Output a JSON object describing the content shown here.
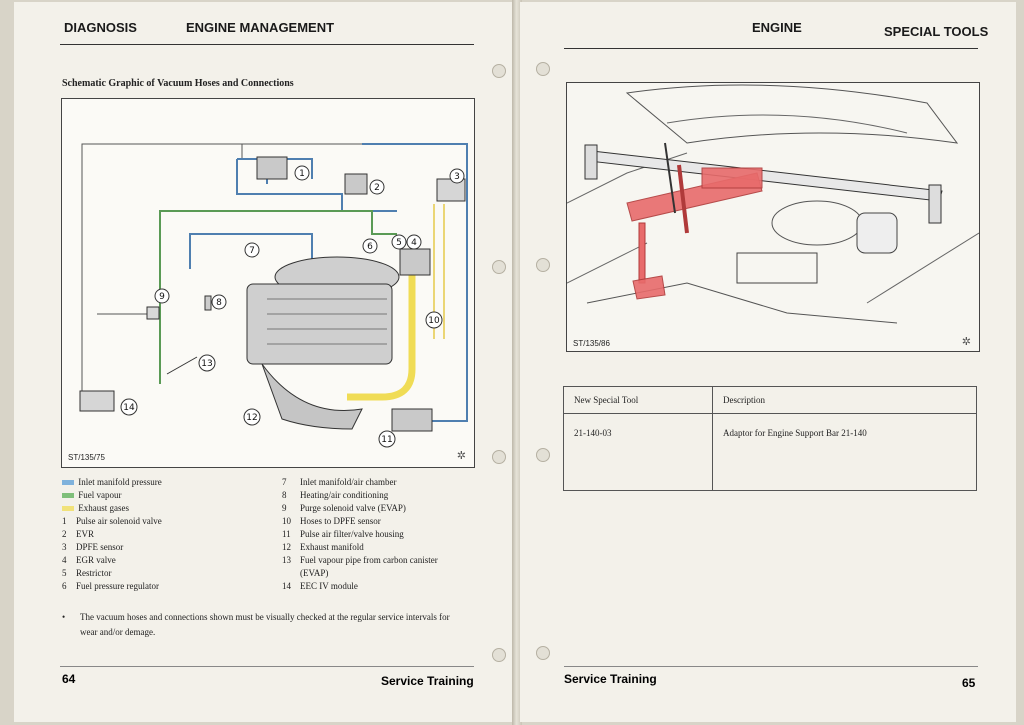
{
  "left_page": {
    "header_section": "DIAGNOSIS",
    "header_chapter": "ENGINE MANAGEMENT",
    "figure_title": "Schematic Graphic of Vacuum Hoses and Connections",
    "figure_ref": "ST/135/75",
    "callouts": [
      "1",
      "2",
      "3",
      "4",
      "5",
      "6",
      "7",
      "8",
      "9",
      "10",
      "11",
      "12",
      "13",
      "14"
    ],
    "legend_colors": [
      {
        "label": "Inlet manifold pressure",
        "color": "#7fb2dc"
      },
      {
        "label": "Fuel vapour",
        "color": "#7fbf7a"
      },
      {
        "label": "Exhaust gases",
        "color": "#f1e27a"
      }
    ],
    "legend_left": [
      {
        "num": "1",
        "text": "Pulse air solenoid valve"
      },
      {
        "num": "2",
        "text": "EVR"
      },
      {
        "num": "3",
        "text": "DPFE sensor"
      },
      {
        "num": "4",
        "text": "EGR valve"
      },
      {
        "num": "5",
        "text": "Restrictor"
      },
      {
        "num": "6",
        "text": "Fuel pressure regulator"
      }
    ],
    "legend_right": [
      {
        "num": "7",
        "text": "Inlet manifold/air chamber"
      },
      {
        "num": "8",
        "text": "Heating/air conditioning"
      },
      {
        "num": "9",
        "text": "Purge solenoid valve (EVAP)"
      },
      {
        "num": "10",
        "text": "Hoses to DPFE sensor"
      },
      {
        "num": "11",
        "text": "Pulse air filter/valve housing"
      },
      {
        "num": "12",
        "text": "Exhaust manifold"
      },
      {
        "num": "13",
        "text": "Fuel vapour pipe from carbon canister"
      },
      {
        "num": "",
        "text": "(EVAP)"
      },
      {
        "num": "14",
        "text": "EEC IV module"
      }
    ],
    "note_bullet": "•",
    "note_line1": "The vacuum hoses and connections shown must be visually checked at the regular service intervals for",
    "note_line2": "wear and/or demage.",
    "page_number": "64",
    "footer": "Service Training"
  },
  "right_page": {
    "header_section": "ENGINE",
    "header_chapter": "SPECIAL TOOLS",
    "photo_ref": "ST/135/86",
    "table": {
      "col1_header": "New Special Tool",
      "col2_header": "Description",
      "rows": [
        {
          "tool": "21-140-03",
          "description": "Adaptor for Engine Support Bar 21-140"
        }
      ]
    },
    "footer": "Service Training",
    "page_number": "65"
  },
  "colors": {
    "vacuum_hose": "#4f7fb0",
    "fuel_vapour": "#5a9a55",
    "exhaust": "#f0dc55",
    "tool_highlight": "#e86b6b"
  }
}
